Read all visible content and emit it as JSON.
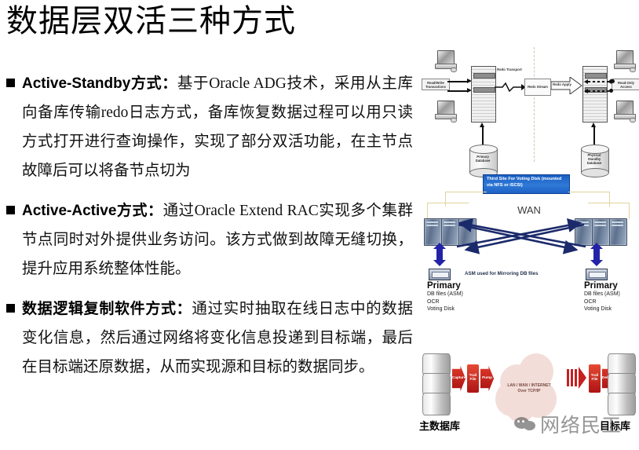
{
  "slide": {
    "title": "数据层双活三种方式",
    "background_color": "#ffffff"
  },
  "bullets": [
    {
      "marker": "■",
      "lead": "Active-Standby方式",
      "separator": "：",
      "rest": "基于Oracle ADG技术，采用从主库向备库传输redo日志方式，备库恢复数据过程可以用只读方式打开进行查询操作，实现了部分双活功能，在主节点故障后可以将备节点切为"
    },
    {
      "marker": "■",
      "lead": "Active-Active方式",
      "separator": "：",
      "rest": "通过Oracle Extend RAC实现多个集群节点同时对外提供业务访问。该方式做到故障无缝切换，提升应用系统整体性能。"
    },
    {
      "marker": "■",
      "lead": "数据逻辑复制软件方式",
      "separator": "：",
      "rest": "通过实时抽取在线日志中的数据变化信息，然后通过网络将变化信息投递到目标端，最后在目标端还原数据，从而实现源和目标的数据同步。"
    }
  ],
  "diagram_dataguard": {
    "name": "oracle-data-guard-diagram",
    "labels": {
      "read_write": "Read/Write Transactions",
      "redo_transport": "Redo Transport",
      "redo_stream": "Redo Stream",
      "redo_apply": "Redo Apply",
      "read_only": "Read-Only Access",
      "primary_db": "Primary Database",
      "standby_db": "Physical Standby Database"
    }
  },
  "diagram_extended_rac": {
    "name": "oracle-extended-rac-diagram",
    "third_site": "Third Site For Voting Disk (mounted via NFS or iSCSI)",
    "network": "WAN",
    "asm_note": "ASM used for Mirroring DB files",
    "sites": [
      {
        "name": "Primary",
        "items": [
          "DB files (ASM)",
          "OCR",
          "Voting Disk"
        ]
      },
      {
        "name": "Primary",
        "items": [
          "DB files (ASM)",
          "OCR",
          "Voting Disk"
        ]
      }
    ],
    "accent_color": "#1f63c8"
  },
  "diagram_replication": {
    "name": "logical-replication-goldengate-diagram",
    "source_label": "主数据库",
    "target_label": "目标库",
    "cloud_line1": "LAN / WAN / INTERNET",
    "cloud_line2": "Over TCP/IP",
    "stages": [
      {
        "label": "Capture",
        "shape": "arrow"
      },
      {
        "label": "Trail File",
        "shape": "box"
      },
      {
        "label": "Pump",
        "shape": "arrow"
      },
      {
        "label": "Trail File",
        "shape": "box"
      },
      {
        "label": "Delivery",
        "shape": "arrow"
      }
    ],
    "accent_color": "#c81f1f"
  },
  "watermark": {
    "text": "网络民工",
    "icon": "wechat-icon"
  }
}
